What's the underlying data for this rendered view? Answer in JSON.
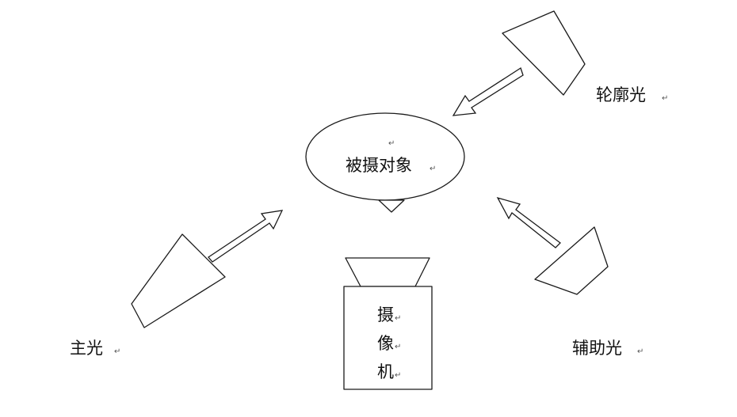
{
  "subject": {
    "label": "被摄对象",
    "mark_top": "↵",
    "mark_after": "↵"
  },
  "camera": {
    "chars": [
      "摄",
      "像",
      "机"
    ],
    "mark": "↵"
  },
  "lights": {
    "key": {
      "label": "主光",
      "mark": "↵"
    },
    "rim": {
      "label": "轮廓光",
      "mark": "↵"
    },
    "fill": {
      "label": "辅助光",
      "mark": "↵"
    }
  }
}
